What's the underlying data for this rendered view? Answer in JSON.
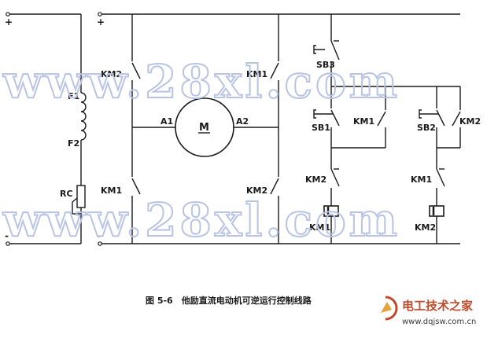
{
  "watermark": "www.28xl.com",
  "terminals": {
    "plus": "+",
    "minus": "-"
  },
  "motor": {
    "label": "M",
    "terminal_a": "A1",
    "terminal_b": "A2"
  },
  "field": {
    "top": "F1",
    "bottom": "F2",
    "rheostat": "RC"
  },
  "contacts": {
    "km2_top_left": "KM2",
    "km1_top_right": "KM1",
    "km1_bottom_left": "KM1",
    "km2_bottom_right": "KM2",
    "sb3": "SB3",
    "sb1": "SB1",
    "sb2": "SB2",
    "km1_hold": "KM1",
    "km2_hold": "KM2",
    "km2_interlock": "KM2",
    "km1_interlock": "KM1",
    "coil_km1": "KM1",
    "coil_km2": "KM2"
  },
  "caption": "图 5-6　他励直流电动机可逆运行控制线路",
  "logo": {
    "title": "电工技术之家",
    "url": "www.dqjsw.com.cn"
  }
}
